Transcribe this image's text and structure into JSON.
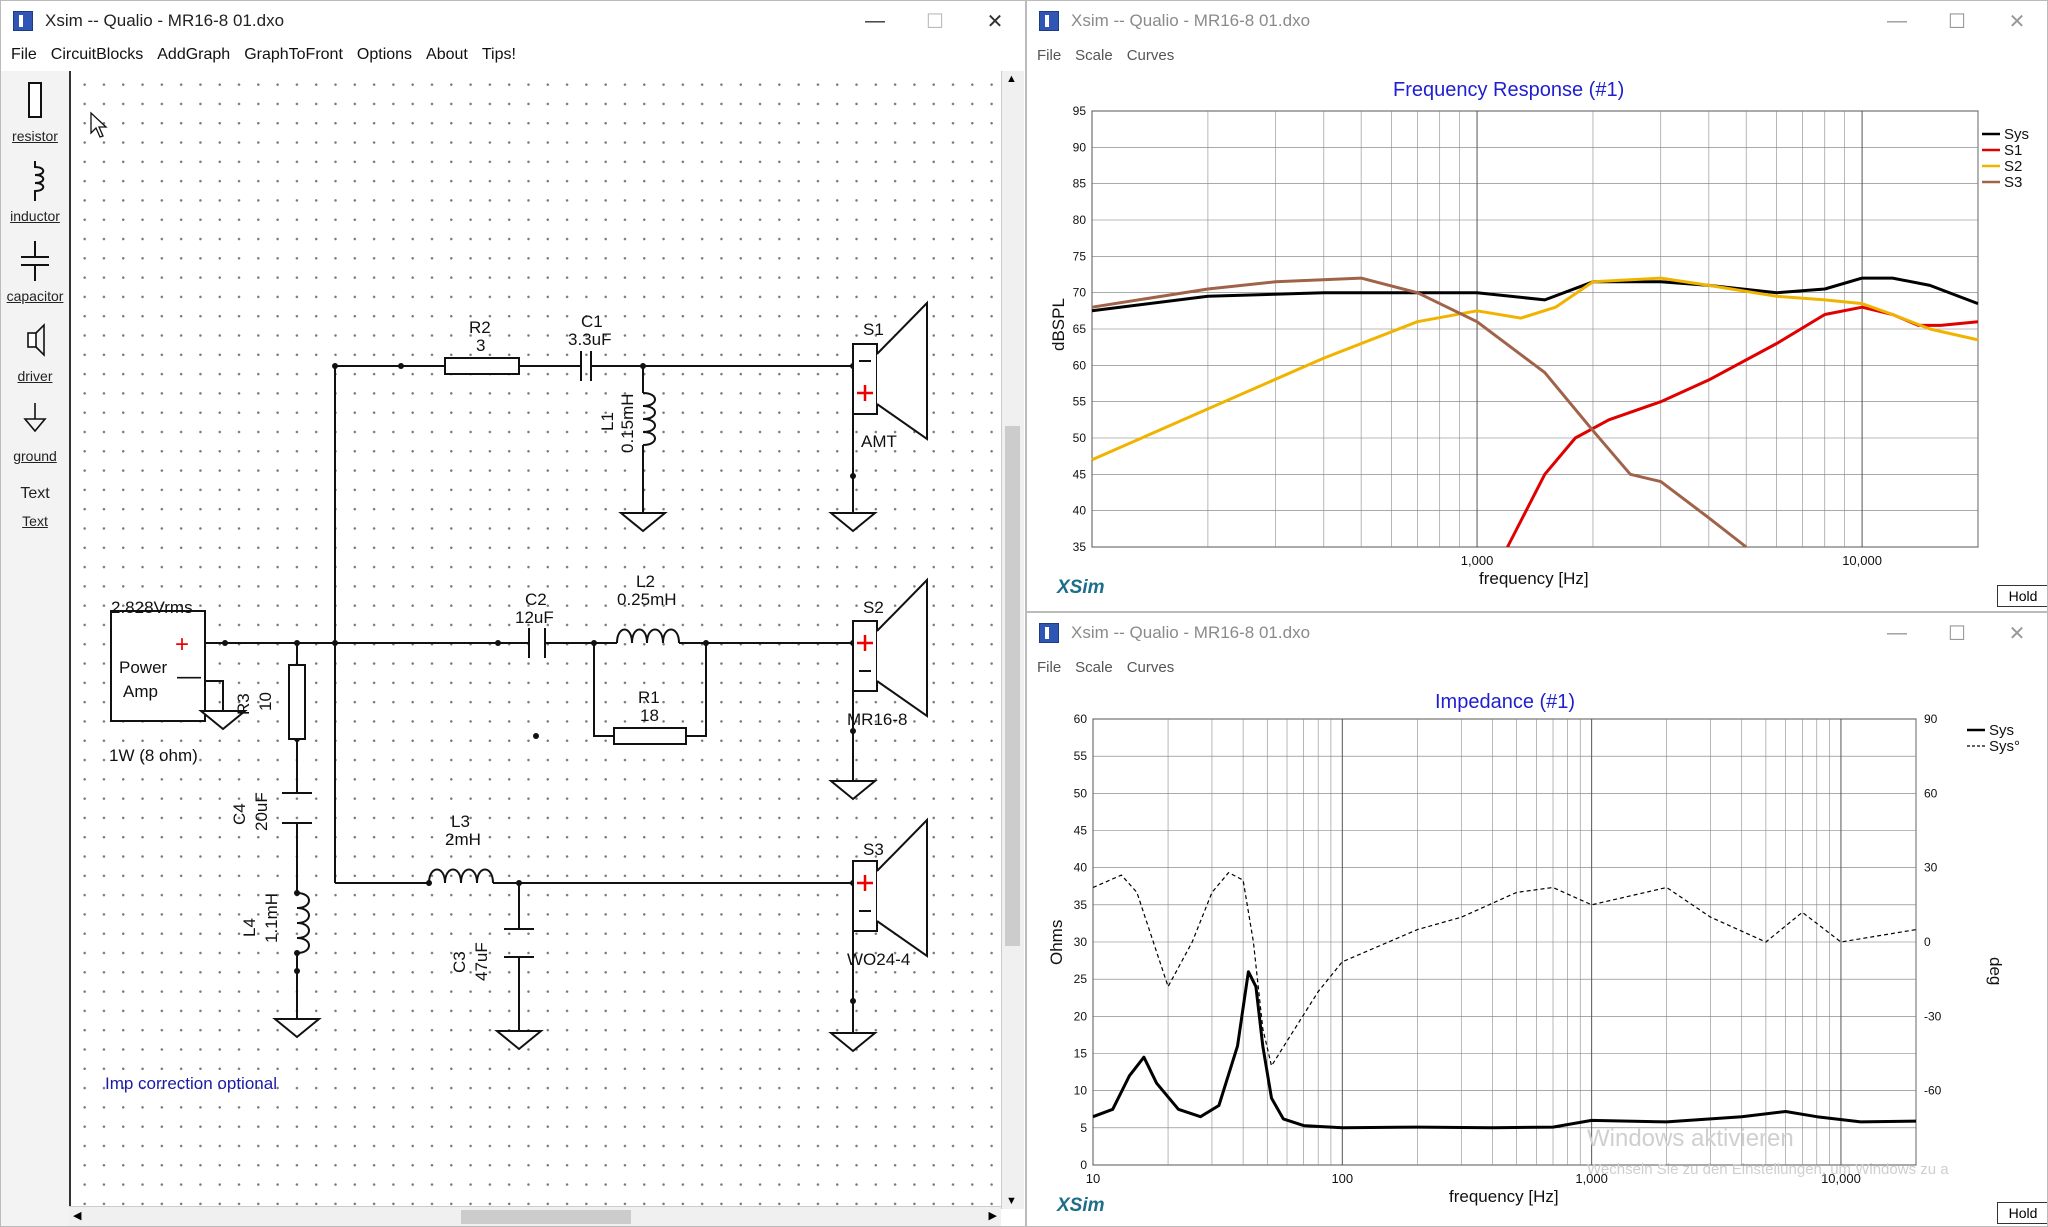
{
  "left_window": {
    "title": "Xsim -- Qualio - MR16-8 01.dxo",
    "menu": [
      "File",
      "CircuitBlocks",
      "AddGraph",
      "GraphToFront",
      "Options",
      "About",
      "Tips!"
    ],
    "palette": [
      "resistor",
      "inductor",
      "capacitor",
      "driver",
      "ground",
      "Text"
    ],
    "palette_text_sample": "Text",
    "schematic": {
      "source_voltage": "2.828Vrms",
      "source_name_1": "Power",
      "source_name_2": "Amp",
      "source_power": "1W (8 ohm)",
      "R2_name": "R2",
      "R2_val": "3",
      "C1_name": "C1",
      "C1_val": "3.3uF",
      "L1_name": "L1",
      "L1_val": "0.15mH",
      "S1_name": "S1",
      "S1_model": "AMT",
      "C2_name": "C2",
      "C2_val": "12uF",
      "L2_name": "L2",
      "L2_val": "0.25mH",
      "R1_name": "R1",
      "R1_val": "18",
      "S2_name": "S2",
      "S2_model": "MR16-8",
      "R3_name": "R3",
      "R3_val": "10",
      "C4_name": "C4",
      "C4_val": "20uF",
      "L4_name": "L4",
      "L4_val": "1.1mH",
      "L3_name": "L3",
      "L3_val": "2mH",
      "C3_name": "C3",
      "C3_val": "47uF",
      "S3_name": "S3",
      "S3_model": "WO24-4",
      "note": "Imp correction optional"
    }
  },
  "fr_window": {
    "title": "Xsim -- Qualio - MR16-8 01.dxo",
    "menu": [
      "File",
      "Scale",
      "Curves"
    ],
    "brand": "XSim",
    "hold": "Hold"
  },
  "imp_window": {
    "title": "Xsim -- Qualio - MR16-8 01.dxo",
    "menu": [
      "File",
      "Scale",
      "Curves"
    ],
    "brand": "XSim",
    "hold": "Hold"
  },
  "watermark": {
    "line1": "Windows aktivieren",
    "line2": "Wechseln Sie zu den Einstellungen, um Windows zu a"
  },
  "chart_data": [
    {
      "type": "line",
      "title": "Frequency Response (#1)",
      "xlabel": "frequency [Hz]",
      "ylabel": "dBSPL",
      "xscale": "log",
      "xlim": [
        100,
        20000
      ],
      "ylim": [
        35,
        95
      ],
      "xticks": [
        "1,000",
        "10,000"
      ],
      "yticks": [
        "35",
        "40",
        "45",
        "50",
        "55",
        "60",
        "65",
        "70",
        "75",
        "80",
        "85",
        "90",
        "95"
      ],
      "grid": true,
      "legend_position": "right",
      "series": [
        {
          "name": "Sys",
          "color": "#000000",
          "x": [
            100,
            200,
            400,
            700,
            1000,
            1500,
            2000,
            3000,
            4000,
            6000,
            8000,
            10000,
            12000,
            15000,
            20000
          ],
          "y": [
            67.5,
            69.5,
            70,
            70,
            70,
            69,
            71.5,
            71.5,
            71,
            70,
            70.5,
            72,
            72,
            71,
            68.5
          ]
        },
        {
          "name": "S1",
          "color": "#e00000",
          "x": [
            1200,
            1500,
            1800,
            2200,
            3000,
            4000,
            6000,
            8000,
            10000,
            12000,
            14000,
            16000,
            20000
          ],
          "y": [
            35,
            45,
            50,
            52.5,
            55,
            58,
            63,
            67,
            68,
            67,
            65.5,
            65.5,
            66
          ]
        },
        {
          "name": "S2",
          "color": "#f0b400",
          "x": [
            100,
            200,
            400,
            700,
            1000,
            1300,
            1600,
            2000,
            3000,
            4000,
            6000,
            8000,
            10000,
            12000,
            15000,
            20000
          ],
          "y": [
            47,
            54,
            61,
            66,
            67.5,
            66.5,
            68,
            71.5,
            72,
            71,
            69.5,
            69,
            68.5,
            67,
            65,
            63.5
          ]
        },
        {
          "name": "S3",
          "color": "#a0634a",
          "x": [
            100,
            200,
            300,
            500,
            700,
            1000,
            1500,
            2000,
            2500,
            3000,
            4000,
            5000
          ],
          "y": [
            68,
            70.5,
            71.5,
            72,
            70,
            66,
            59,
            51,
            45,
            44,
            39,
            35
          ]
        }
      ]
    },
    {
      "type": "line",
      "title": "Impedance (#1)",
      "xlabel": "frequency [Hz]",
      "ylabel": "Ohms",
      "y2label": "deg",
      "xscale": "log",
      "xlim": [
        10,
        20000
      ],
      "ylim": [
        0,
        60
      ],
      "y2lim": [
        -90,
        90
      ],
      "xticks": [
        "10",
        "100",
        "1,000",
        "10,000"
      ],
      "yticks": [
        "0",
        "5",
        "10",
        "15",
        "20",
        "25",
        "30",
        "35",
        "40",
        "45",
        "50",
        "55",
        "60"
      ],
      "y2ticks": [
        "-60",
        "-30",
        "0",
        "30",
        "60",
        "90"
      ],
      "grid": true,
      "legend_position": "top-right",
      "series": [
        {
          "name": "Sys",
          "axis": "left",
          "style": "solid",
          "x": [
            10,
            12,
            14,
            16,
            18,
            22,
            27,
            32,
            38,
            42,
            45,
            48,
            52,
            58,
            70,
            100,
            200,
            400,
            700,
            1000,
            2000,
            4000,
            6000,
            8000,
            12000,
            20000
          ],
          "y": [
            6.5,
            7.5,
            12,
            14.5,
            11,
            7.5,
            6.5,
            8,
            16,
            26,
            24,
            16,
            9,
            6.2,
            5.3,
            5,
            5.1,
            5,
            5.1,
            6,
            5.8,
            6.5,
            7.2,
            6.5,
            5.8,
            5.9
          ]
        },
        {
          "name": "Sys°",
          "axis": "right",
          "style": "dashed",
          "x": [
            10,
            13,
            15,
            20,
            25,
            30,
            35,
            40,
            44,
            48,
            52,
            60,
            80,
            100,
            200,
            300,
            500,
            700,
            1000,
            2000,
            3000,
            5000,
            7000,
            10000,
            20000
          ],
          "y": [
            22,
            27,
            20,
            -18,
            0,
            20,
            28,
            25,
            0,
            -35,
            -50,
            -40,
            -20,
            -8,
            5,
            10,
            20,
            22,
            15,
            22,
            10,
            0,
            12,
            0,
            5
          ]
        }
      ]
    }
  ]
}
